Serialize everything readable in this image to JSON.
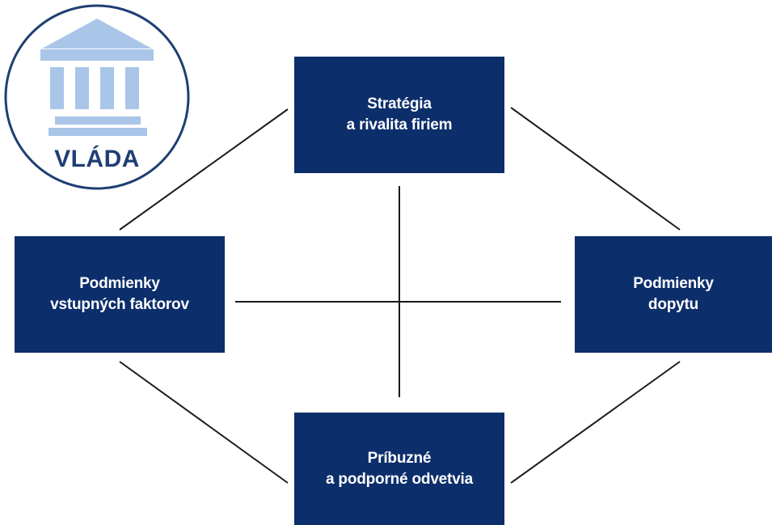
{
  "government": {
    "label": "VLÁDA",
    "icon": "government-building-icon",
    "colors": {
      "circle_stroke": "#1f3f73",
      "building": "#a9c6e8",
      "text": "#1f3f73"
    }
  },
  "boxes": {
    "top": {
      "lines": [
        "Stratégia",
        "a rivalita firiem"
      ]
    },
    "left": {
      "lines": [
        "Podmienky",
        "vstupných faktorov"
      ]
    },
    "right": {
      "lines": [
        "Podmienky",
        "dopytu"
      ]
    },
    "bottom": {
      "lines": [
        "Príbuzné",
        "a podporné odvetvia"
      ]
    }
  },
  "colors": {
    "box_fill": "#0c2e6b",
    "box_text": "#ffffff",
    "connector": "#1a1a1a"
  }
}
